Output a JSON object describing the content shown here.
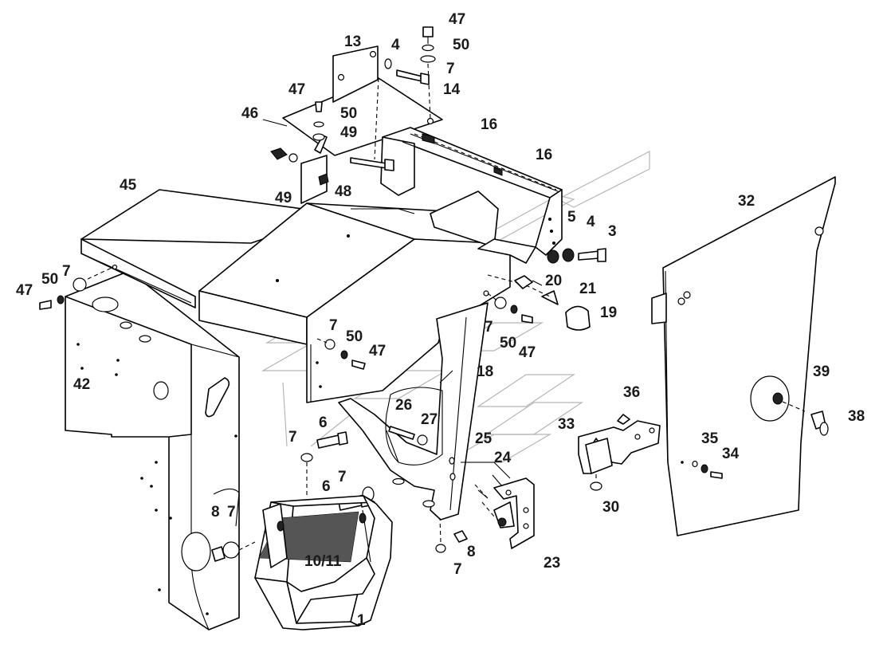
{
  "diagram": {
    "part_labels": [
      "47",
      "50",
      "7",
      "13",
      "4",
      "14",
      "47",
      "50",
      "49",
      "46",
      "16",
      "16",
      "45",
      "49",
      "48",
      "32",
      "5",
      "4",
      "3",
      "47",
      "50",
      "7",
      "20",
      "21",
      "19",
      "7",
      "50",
      "47",
      "7",
      "50",
      "47",
      "42",
      "18",
      "26",
      "27",
      "39",
      "36",
      "38",
      "6",
      "7",
      "33",
      "25",
      "35",
      "34",
      "24",
      "6",
      "7",
      "8",
      "7",
      "30",
      "8",
      "7",
      "10/11",
      "23",
      "1"
    ]
  }
}
